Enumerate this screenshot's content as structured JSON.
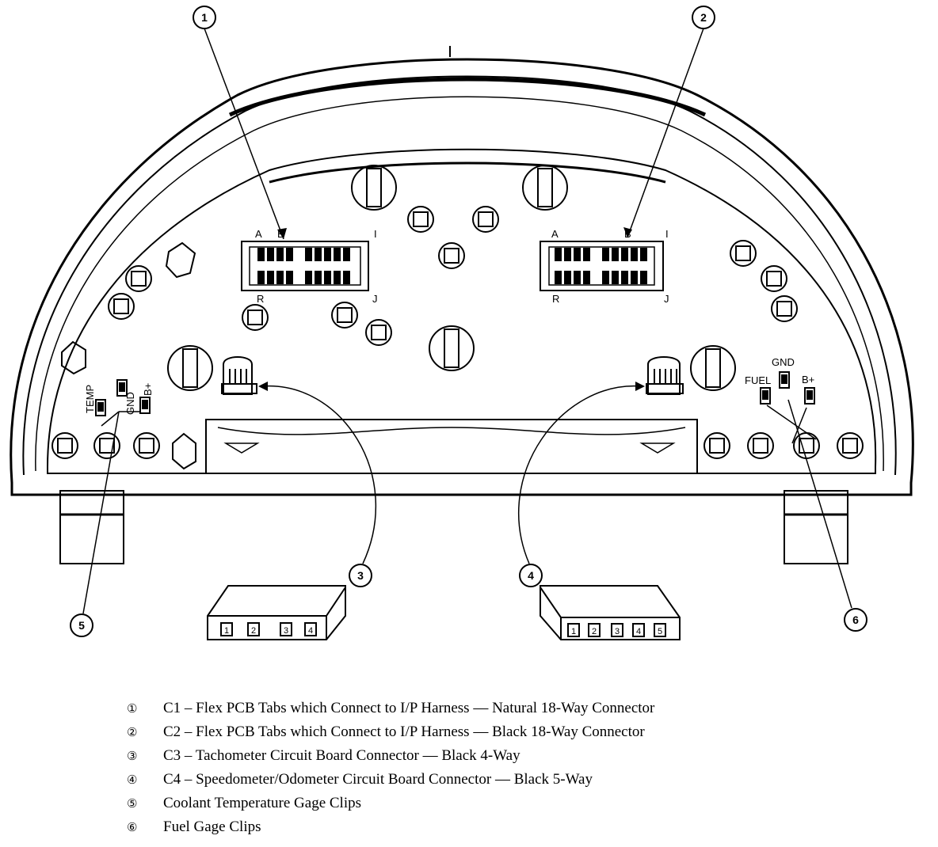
{
  "diagram": {
    "callouts": [
      "1",
      "2",
      "3",
      "4",
      "5",
      "6"
    ],
    "connector_c1_labels": {
      "a": "A",
      "b": "B",
      "i": "I",
      "r": "R",
      "j": "J"
    },
    "connector_c2_labels": {
      "a": "A",
      "b": "B",
      "i": "I",
      "r": "R",
      "j": "J"
    },
    "temp_clip_labels": {
      "temp": "TEMP",
      "gnd": "GND",
      "b_plus": "B+"
    },
    "fuel_clip_labels": {
      "fuel": "FUEL",
      "gnd": "GND",
      "b_plus": "B+"
    },
    "connector_c3_pins": [
      "1",
      "2",
      "3",
      "4"
    ],
    "connector_c4_pins": [
      "1",
      "2",
      "3",
      "4",
      "5"
    ]
  },
  "legend": [
    {
      "mark": "①",
      "text": "C1 – Flex PCB Tabs which Connect to I/P Harness — Natural 18-Way Connector"
    },
    {
      "mark": "②",
      "text": "C2 – Flex PCB Tabs which Connect to I/P Harness — Black 18-Way Connector"
    },
    {
      "mark": "③",
      "text": "C3 – Tachometer Circuit Board Connector — Black 4-Way"
    },
    {
      "mark": "④",
      "text": "C4 – Speedometer/Odometer Circuit Board Connector — Black 5-Way"
    },
    {
      "mark": "⑤",
      "text": "Coolant Temperature Gage Clips"
    },
    {
      "mark": "⑥",
      "text": "Fuel Gage Clips"
    }
  ]
}
